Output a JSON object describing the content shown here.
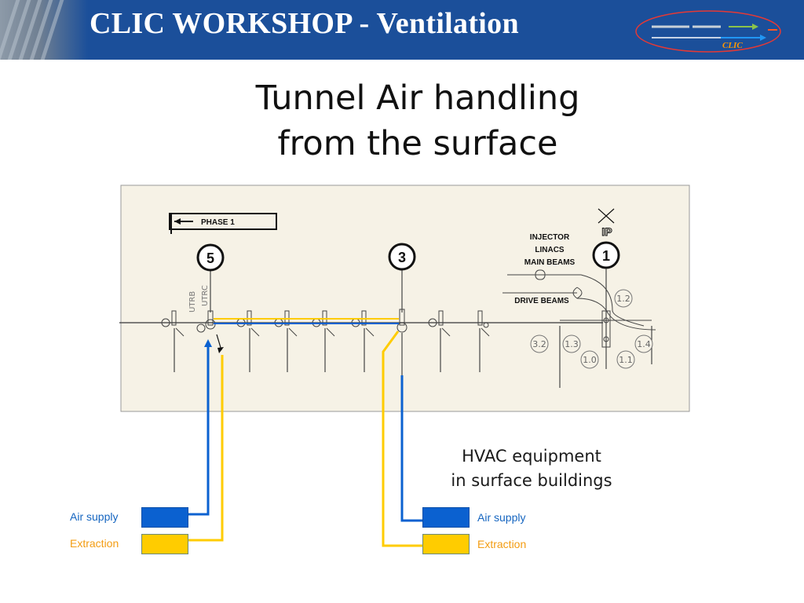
{
  "header": {
    "title": "CLIC WORKSHOP - Ventilation",
    "logo_text": "CLIC"
  },
  "slide": {
    "title_line1": "Tunnel Air  handling",
    "title_line2": "from the surface"
  },
  "diagram": {
    "phase_label": "PHASE 1",
    "ip_label": "IP",
    "injector_line1": "INJECTOR",
    "injector_line2": "LINACS",
    "injector_line3": "MAIN BEAMS",
    "drive_beams": "DRIVE BEAMS",
    "utrb": "UTRB",
    "utrc": "UTRC",
    "points": [
      "5",
      "3",
      "1"
    ],
    "sub_points": [
      "1.2",
      "3.2",
      "1.3",
      "1.4",
      "1.0",
      "1.1"
    ]
  },
  "hvac": {
    "line1": "HVAC equipment",
    "line2": "in surface buildings"
  },
  "legend_left": {
    "supply": "Air supply",
    "extraction": "Extraction"
  },
  "legend_right": {
    "supply": "Air supply",
    "extraction": "Extraction"
  },
  "colors": {
    "supply": "#0b61d0",
    "extraction": "#ffcc00",
    "header": "#1b4f9a",
    "panel": "#f6f2e6"
  }
}
